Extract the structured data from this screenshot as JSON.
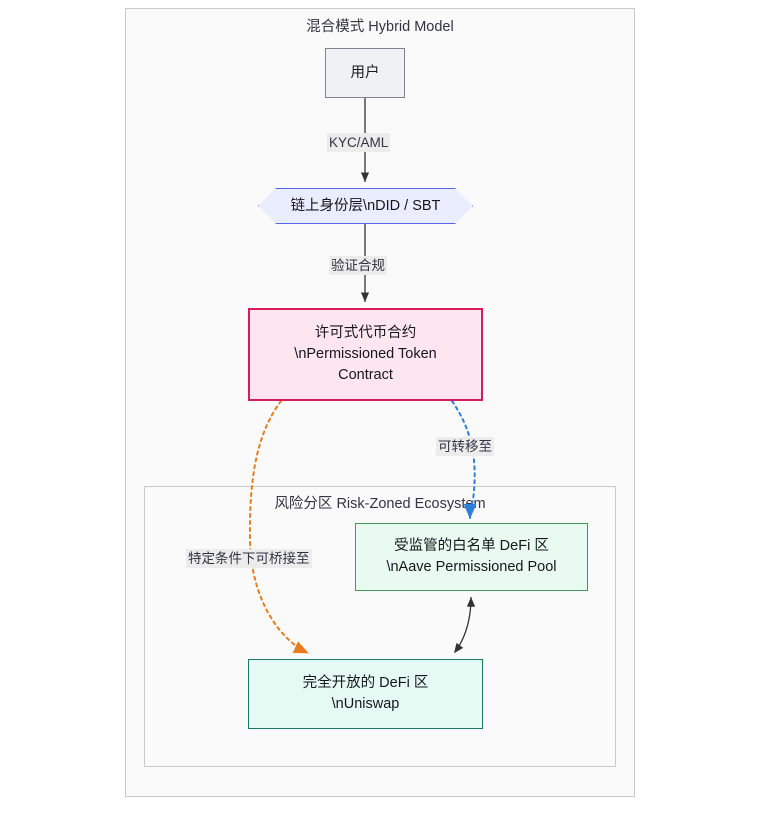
{
  "diagram": {
    "type": "flowchart",
    "title": "混合模式 Hybrid Model",
    "subgraph_title": "风险分区 Risk-Zoned Ecosystem",
    "nodes": [
      {
        "id": "user",
        "label": "用户",
        "shape": "rect",
        "fill": "#eff1f4",
        "stroke": "#7d8390"
      },
      {
        "id": "identity",
        "label": "链上身份层\\nDID / SBT",
        "shape": "hexagon",
        "fill": "#e9edfd",
        "stroke": "#5566e8"
      },
      {
        "id": "token",
        "label_line1": "许可式代币合约",
        "label_line2": "\\nPermissioned Token",
        "label_line3": "Contract",
        "shape": "rect",
        "fill": "#fde6ef",
        "stroke": "#d81b5f"
      },
      {
        "id": "whitelist",
        "label_line1": "受监管的白名单 DeFi 区",
        "label_line2": "\\nAave Permissioned Pool",
        "shape": "rect",
        "fill": "#e9faf0",
        "stroke": "#41995f"
      },
      {
        "id": "open",
        "label_line1": "完全开放的 DeFi 区",
        "label_line2": "\\nUniswap",
        "shape": "rect",
        "fill": "#e4faf3",
        "stroke": "#177a6d"
      }
    ],
    "edges": [
      {
        "from": "user",
        "to": "identity",
        "label": "KYC/AML",
        "style": "solid",
        "color": "#333333"
      },
      {
        "from": "identity",
        "to": "token",
        "label": "验证合规",
        "style": "solid",
        "color": "#333333"
      },
      {
        "from": "token",
        "to": "whitelist",
        "label": "可转移至",
        "style": "dotted",
        "color": "#2d7fd8"
      },
      {
        "from": "token",
        "to": "open",
        "label": "特定条件下可桥接至",
        "style": "dotted",
        "color": "#e87c1e"
      },
      {
        "from": "open",
        "to": "whitelist",
        "label": "",
        "style": "solid",
        "color": "#333333",
        "bidirectional": true
      }
    ],
    "colors": {
      "canvas": "#ffffff",
      "frame_fill": "#fafafa",
      "frame_stroke": "#c9c9c9",
      "label_background": "#ececec",
      "text": "#16161d",
      "title_text": "#333344"
    }
  }
}
